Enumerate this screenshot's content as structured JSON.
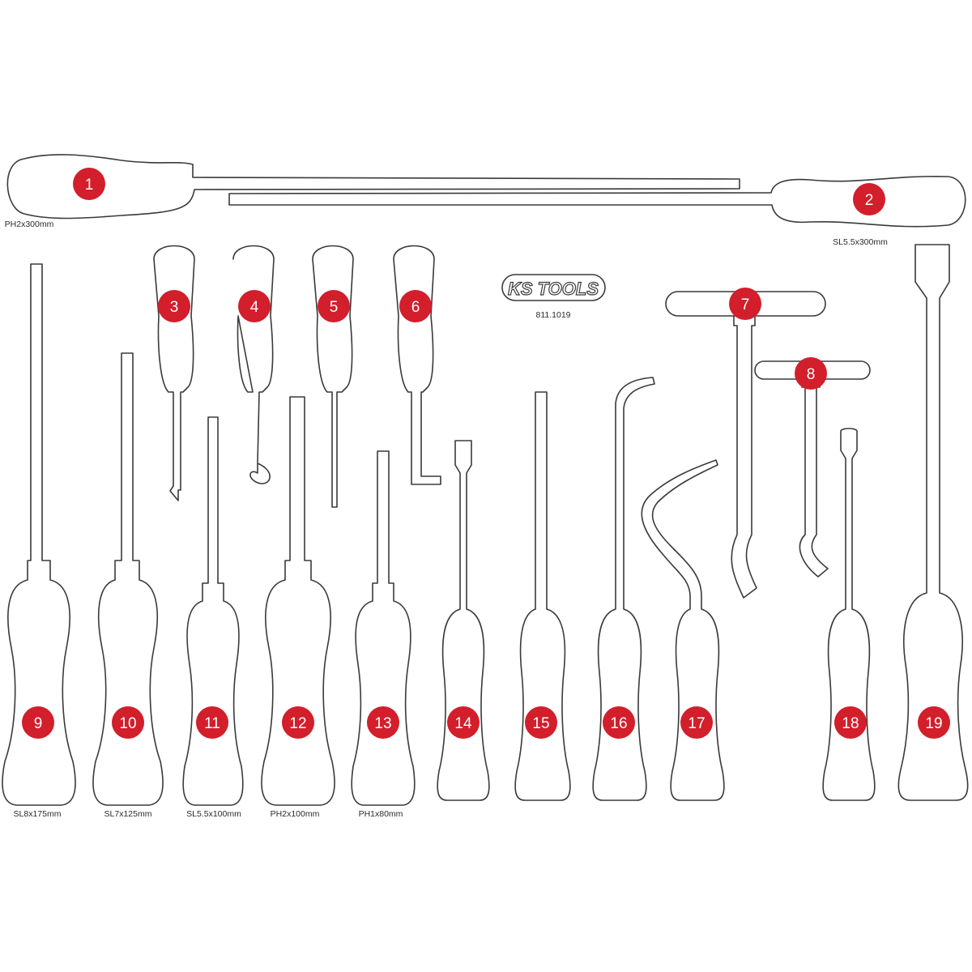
{
  "brand": {
    "logo_text": "KS TOOLS",
    "article_number": "811.1019"
  },
  "colors": {
    "badge": "#d21f2b",
    "outline": "#3a3a3a",
    "background": "#ffffff",
    "label_text": "#2b2b2b"
  },
  "tools": [
    {
      "number": "1",
      "size_label": "PH2x300mm"
    },
    {
      "number": "2",
      "size_label": "SL5.5x300mm"
    },
    {
      "number": "3",
      "size_label": ""
    },
    {
      "number": "4",
      "size_label": ""
    },
    {
      "number": "5",
      "size_label": ""
    },
    {
      "number": "6",
      "size_label": ""
    },
    {
      "number": "7",
      "size_label": ""
    },
    {
      "number": "8",
      "size_label": ""
    },
    {
      "number": "9",
      "size_label": "SL8x175mm"
    },
    {
      "number": "10",
      "size_label": "SL7x125mm"
    },
    {
      "number": "11",
      "size_label": "SL5.5x100mm"
    },
    {
      "number": "12",
      "size_label": "PH2x100mm"
    },
    {
      "number": "13",
      "size_label": "PH1x80mm"
    },
    {
      "number": "14",
      "size_label": ""
    },
    {
      "number": "15",
      "size_label": ""
    },
    {
      "number": "16",
      "size_label": ""
    },
    {
      "number": "17",
      "size_label": ""
    },
    {
      "number": "18",
      "size_label": ""
    },
    {
      "number": "19",
      "size_label": ""
    }
  ]
}
